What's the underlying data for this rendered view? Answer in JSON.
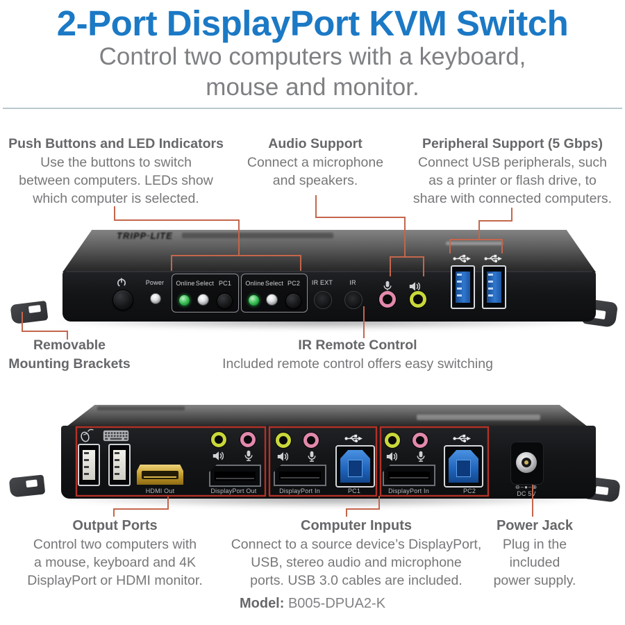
{
  "header": {
    "title": "2-Port DisplayPort KVM Switch",
    "subtitle_line1": "Control two computers with a keyboard,",
    "subtitle_line2": "mouse and monitor."
  },
  "colors": {
    "title_blue": "#1b79c5",
    "callout_line": "#c4664c",
    "outline_red": "#b23227",
    "usb_blue": "#2a72c8",
    "jack_pink": "#e289ab",
    "jack_green": "#c9d83a",
    "led_green": "#2fae4a"
  },
  "brand": "TRIPP·LITE",
  "callouts_top": {
    "push_buttons": {
      "title": "Push Buttons and LED Indicators",
      "lines": [
        "Use the buttons to switch",
        "between computers. LEDs show",
        "which computer is selected."
      ]
    },
    "audio": {
      "title": "Audio Support",
      "lines": [
        "Connect a microphone",
        "and speakers."
      ]
    },
    "peripheral": {
      "title": "Peripheral Support (5 Gbps)",
      "lines": [
        "Connect USB peripherals, such",
        "as a printer or flash drive, to",
        "share with connected computers."
      ]
    }
  },
  "callouts_mid": {
    "brackets": {
      "title_line1": "Removable",
      "title_line2": "Mounting Brackets"
    },
    "ir": {
      "title": "IR Remote Control",
      "body": "Included remote control offers easy switching"
    }
  },
  "callouts_bottom": {
    "output": {
      "title": "Output Ports",
      "lines": [
        "Control two computers with",
        "a mouse, keyboard and 4K",
        "DisplayPort or HDMI monitor."
      ]
    },
    "inputs": {
      "title": "Computer Inputs",
      "lines": [
        "Connect to a source device’s DisplayPort,",
        "USB, stereo audio and microphone",
        "ports. USB 3.0 cables are included."
      ]
    },
    "power": {
      "title": "Power Jack",
      "lines": [
        "Plug in the",
        "included",
        "power supply."
      ]
    }
  },
  "front_panel": {
    "power_label": "Power",
    "group1": {
      "online": "Online",
      "select": "Select",
      "pc": "PC1"
    },
    "group2": {
      "online": "Online",
      "select": "Select",
      "pc": "PC2"
    },
    "ir_ext_label": "IR EXT",
    "ir_label": "IR"
  },
  "back_panel": {
    "hdmi_label": "HDMI Out",
    "dp_out_label": "DisplayPort Out",
    "pc1": {
      "dp_label": "DisplayPort In",
      "usb_label": "PC1"
    },
    "pc2": {
      "dp_label": "DisplayPort In",
      "usb_label": "PC2"
    },
    "power": {
      "polarity": "⊖–●–⊕",
      "label": "DC 5V"
    }
  },
  "model": {
    "label": "Model:",
    "value": "B005-DPUA2-K"
  }
}
